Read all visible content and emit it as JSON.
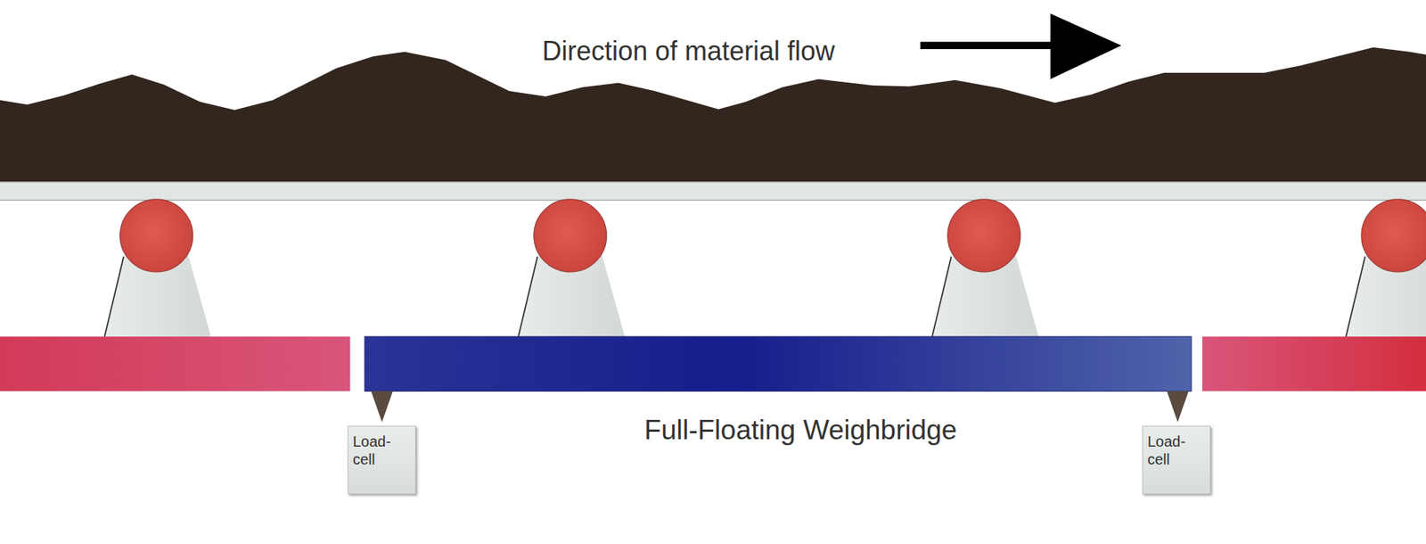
{
  "diagram": {
    "nodes": [
      {
        "text": [
          "Load- cell"
        ]
      },
      {
        "text": [
          "Load- cell"
        ]
      }
    ],
    "labels": [
      "Direction of material flow",
      "Full-Floating Weighbridge"
    ]
  }
}
